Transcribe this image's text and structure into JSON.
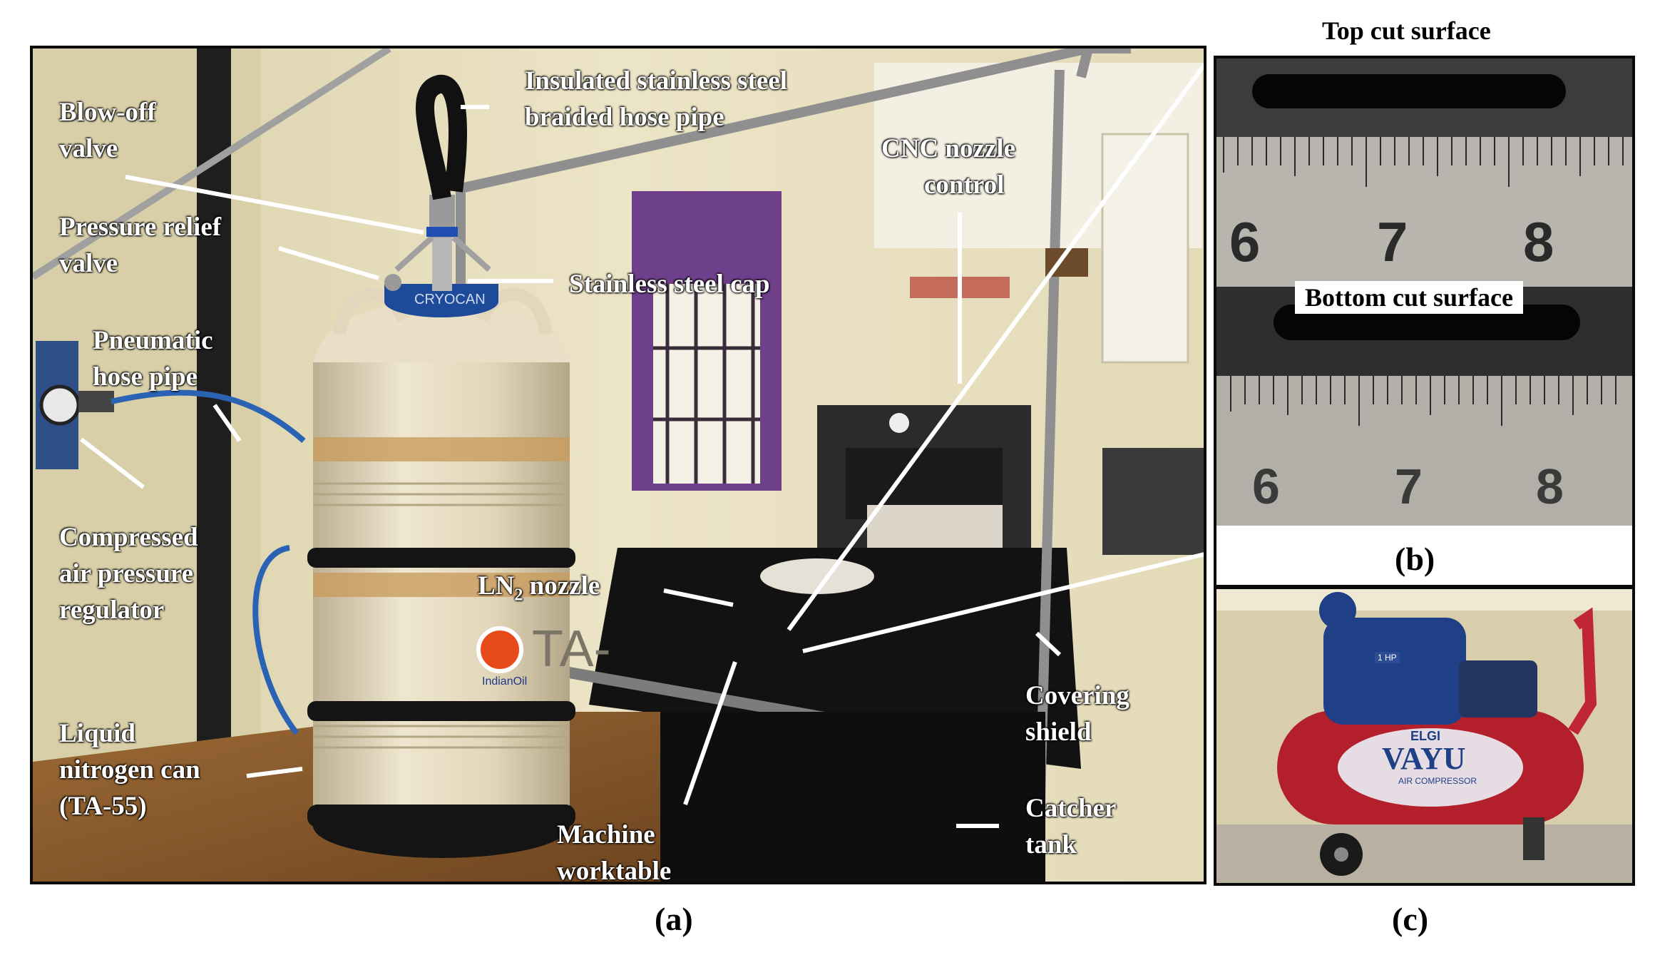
{
  "figure": {
    "captions": {
      "a": "(a)",
      "b": "(b)",
      "c": "(c)"
    }
  },
  "panel_a": {
    "labels": {
      "hose": [
        "Insulated stainless steel",
        "braided hose pipe"
      ],
      "blowoff": [
        "Blow-off",
        "valve"
      ],
      "cnc": [
        "CNC nozzle",
        "control"
      ],
      "pressure_relief": [
        "Pressure relief",
        "valve"
      ],
      "cap": "Stainless steel cap",
      "pneumatic": [
        "Pneumatic",
        "hose pipe"
      ],
      "regulator": [
        "Compressed",
        "air pressure",
        "regulator"
      ],
      "ln2_prefix": "LN",
      "ln2_sub": "2",
      "ln2_suffix": " nozzle",
      "can": [
        "Liquid",
        "nitrogen can",
        "(TA-55)"
      ],
      "worktable": [
        "Machine",
        "worktable"
      ],
      "shield": [
        "Covering",
        "shield"
      ],
      "catcher": [
        "Catcher",
        "tank"
      ]
    },
    "can_printed": {
      "brand": "CRYOCAN",
      "model": "TA-",
      "logo_text": "IndianOil"
    }
  },
  "panel_b": {
    "top_title": "Top cut surface",
    "bottom_title": "Bottom cut surface",
    "ruler_numbers_top": [
      "6",
      "7",
      "8"
    ],
    "ruler_numbers_bottom": [
      "6",
      "7",
      "8"
    ]
  },
  "panel_c": {
    "brand": "ELGI",
    "product": "VAYU",
    "subtitle": "AIR COMPRESSOR",
    "motor_label": "1 HP"
  },
  "colors": {
    "label_text": "#ffffff",
    "compressor_red": "#b3202c",
    "compressor_blue": "#1f3f86",
    "can_cream": "#e7dcc2",
    "wall": "#e6dcb8"
  }
}
